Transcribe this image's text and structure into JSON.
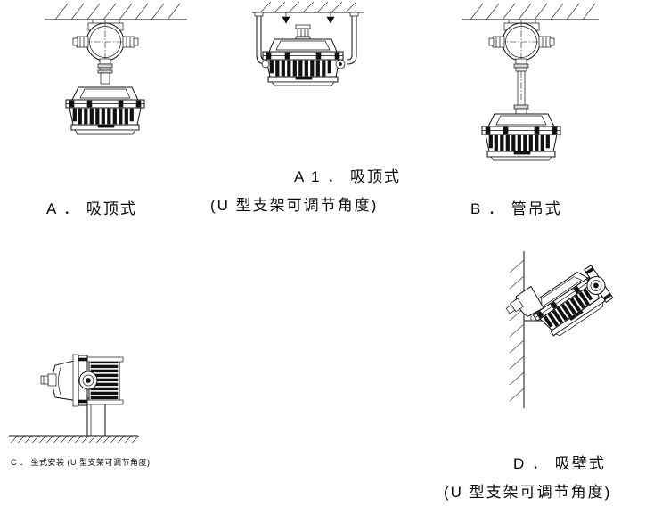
{
  "document": {
    "title": "灯具安装方式示意图",
    "kind": "installation-diagram",
    "line_color": "#111111",
    "background": "#ffffff"
  },
  "figures": [
    {
      "id": "A",
      "label_line1": "A ． 吸顶式",
      "label_line2": "",
      "mount": "ceiling-surface",
      "parts": [
        "ceiling-hatch",
        "anchor-bolt",
        "round-junction-box",
        "threaded-stem",
        "lamp-body",
        "cooling-fins",
        "lens-rim"
      ]
    },
    {
      "id": "A1",
      "label_line1": "A 1 ． 吸顶式",
      "label_line2": "(U 型支架可调节角度)",
      "mount": "ceiling-u-bracket",
      "parts": [
        "ceiling-hatch",
        "anchor-bolt",
        "u-bracket",
        "cable-gland",
        "lamp-body",
        "cooling-fins",
        "lens-rim"
      ]
    },
    {
      "id": "B",
      "label_line1": "B ． 管吊式",
      "label_line2": "",
      "mount": "pipe-pendant",
      "parts": [
        "ceiling-hatch",
        "anchor-bolt",
        "round-junction-box",
        "pendant-pipe",
        "lamp-body",
        "cooling-fins",
        "lens-rim"
      ]
    },
    {
      "id": "C",
      "label_line1": "C ． 坐式安装 (U 型支架可调节角度)",
      "label_line2": "",
      "mount": "floor-base",
      "parts": [
        "ground-hatch",
        "base-post",
        "u-bracket",
        "side-junction-box",
        "lamp-body-side",
        "cooling-fins"
      ]
    },
    {
      "id": "D",
      "label_line1": "D ． 吸壁式",
      "label_line2": "(U 型支架可调节角度)",
      "mount": "wall-surface",
      "parts": [
        "wall-hatch",
        "wall-arm",
        "u-bracket",
        "junction-box",
        "lamp-body-tilted",
        "cooling-fins"
      ]
    }
  ],
  "captions": {
    "a": "A ． 吸顶式",
    "a1_line1": "A 1 ． 吸顶式",
    "a1_line2": "(U 型支架可调节角度)",
    "b": "B ． 管吊式",
    "c": "C ． 坐式安装 (U 型支架可调节角度)",
    "d_line1": "D ． 吸壁式",
    "d_line2": "(U 型支架可调节角度)"
  }
}
